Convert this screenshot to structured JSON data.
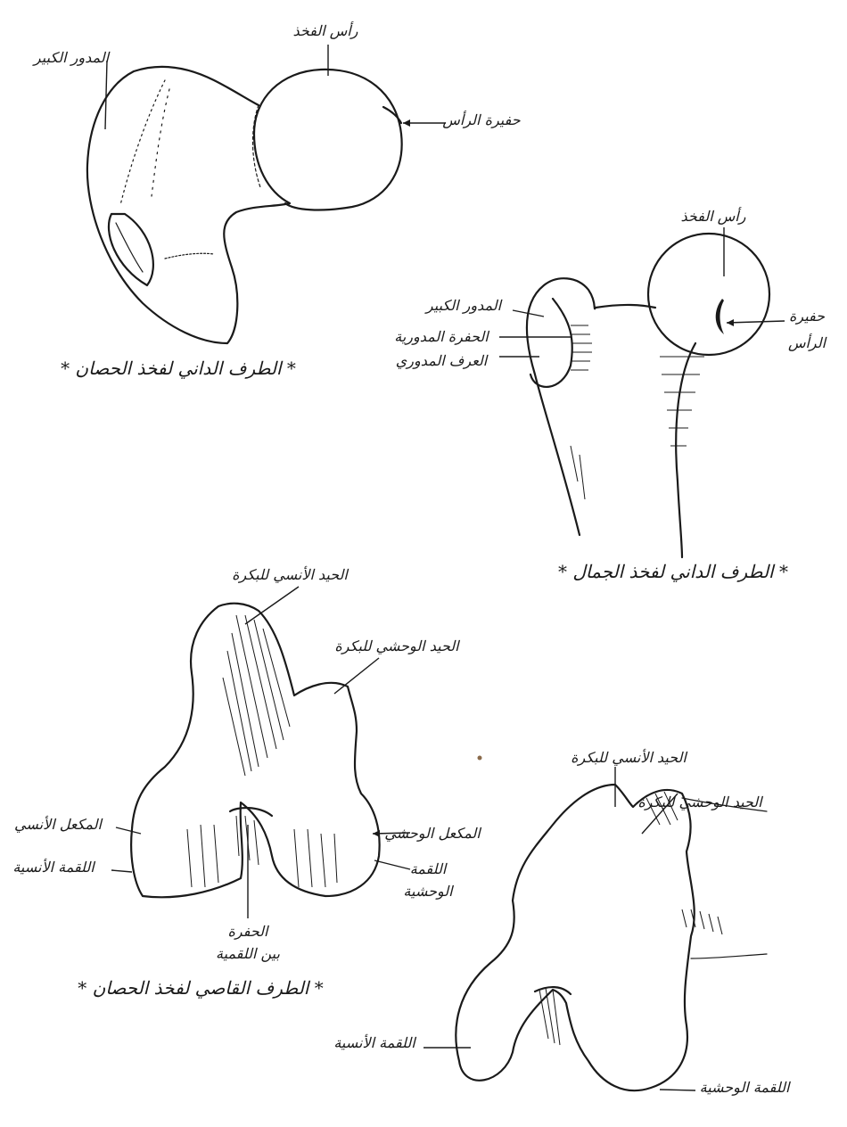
{
  "figures": {
    "horse_proximal": {
      "caption": "* الطرف الداني لفخذ الحصان *",
      "labels": {
        "head": "رأس الفخذ",
        "greater_trochanter": "المدور الكبير",
        "fovea": "حفيرة الرأس"
      }
    },
    "camel_proximal": {
      "caption": "* الطرف الداني لفخذ الجمال *",
      "labels": {
        "head": "رأس الفخذ",
        "greater_trochanter": "المدور الكبير",
        "fovea_line1": "حفيرة",
        "fovea_line2": "الرأس",
        "trochanteric_fossa": "الحفرة المدورية",
        "trochanteric_ridge": "العرف المدوري"
      }
    },
    "horse_distal": {
      "caption": "* الطرف القاصي لفخذ الحصان *",
      "labels": {
        "medial_ridge": "الحيد الأنسي للبكرة",
        "lateral_ridge": "الحيد الوحشي للبكرة",
        "medial_epicondyle": "المكعل الأنسي",
        "medial_condyle": "اللقمة الأنسية",
        "lateral_epicondyle": "المكعل الوحشي",
        "lateral_condyle_line1": "اللقمة",
        "lateral_condyle_line2": "الوحشية",
        "intercondylar_line1": "الحفرة",
        "intercondylar_line2": "بين اللقمية"
      }
    },
    "camel_distal": {
      "labels": {
        "medial_ridge": "الحيد الأنسي للبكرة",
        "lateral_ridge": "الحيد الوحشي للبكرة",
        "medial_condyle": "اللقمة الأنسية",
        "lateral_condyle": "اللقمة الوحشية"
      }
    }
  }
}
